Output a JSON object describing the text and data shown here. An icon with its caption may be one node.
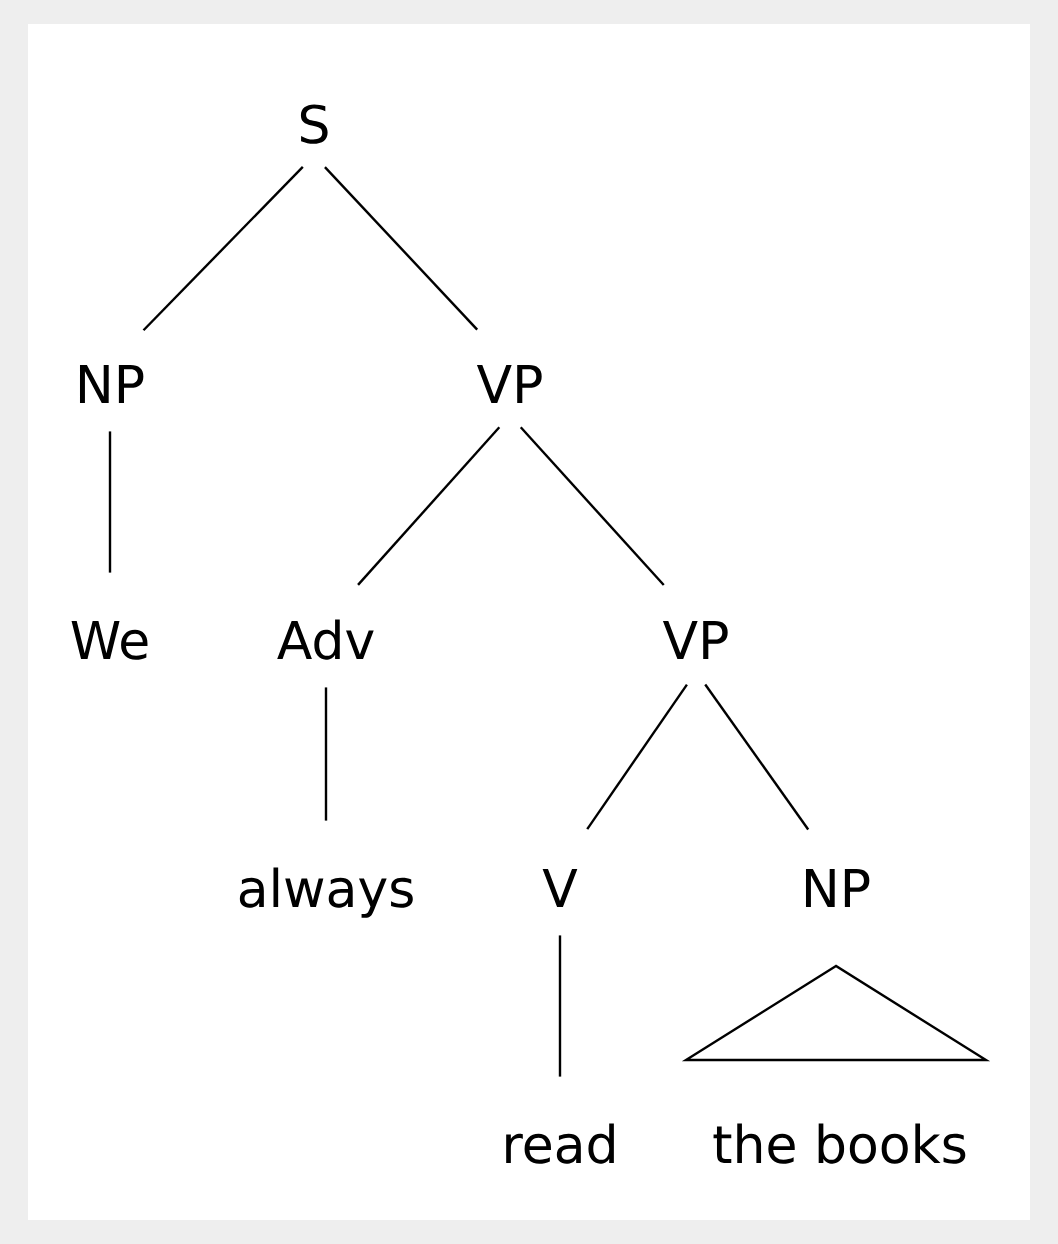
{
  "diagram": {
    "nodes": [
      {
        "text": [
          "S"
        ]
      },
      {
        "text": [
          "NP"
        ]
      },
      {
        "text": [
          "VP"
        ]
      },
      {
        "text": [
          "We"
        ]
      },
      {
        "text": [
          "Adv"
        ]
      },
      {
        "text": [
          "VP"
        ]
      },
      {
        "text": [
          "always"
        ]
      },
      {
        "text": [
          "V"
        ]
      },
      {
        "text": [
          "NP"
        ]
      },
      {
        "text": [
          "read"
        ]
      },
      {
        "text": [
          "the books"
        ]
      }
    ],
    "edges": [
      {
        "from": 0,
        "to": 1,
        "arrow": "none"
      },
      {
        "from": 0,
        "to": 2,
        "arrow": "none"
      },
      {
        "from": 1,
        "to": 3,
        "arrow": "none"
      },
      {
        "from": 2,
        "to": 4,
        "arrow": "none"
      },
      {
        "from": 2,
        "to": 5,
        "arrow": "none"
      },
      {
        "from": 4,
        "to": 6,
        "arrow": "none"
      },
      {
        "from": 5,
        "to": 7,
        "arrow": "none"
      },
      {
        "from": 5,
        "to": 8,
        "arrow": "none"
      },
      {
        "from": 7,
        "to": 9,
        "arrow": "none"
      },
      {
        "from": 8,
        "to": 10,
        "arrow": "none"
      }
    ]
  }
}
